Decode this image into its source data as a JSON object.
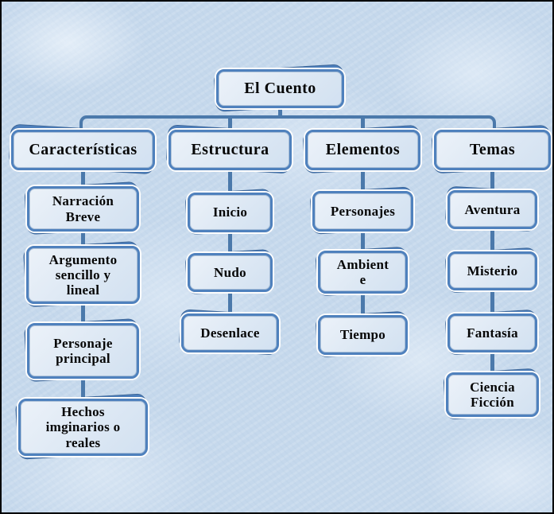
{
  "root": {
    "label": "El Cuento"
  },
  "branches": [
    {
      "label": "Características",
      "children": [
        {
          "label": "Narración\nBreve"
        },
        {
          "label": "Argumento\nsencillo y\nlineal"
        },
        {
          "label": "Personaje\nprincipal"
        },
        {
          "label": "Hechos\nimginarios o\nreales"
        }
      ]
    },
    {
      "label": "Estructura",
      "children": [
        {
          "label": "Inicio"
        },
        {
          "label": "Nudo"
        },
        {
          "label": "Desenlace"
        }
      ]
    },
    {
      "label": "Elementos",
      "children": [
        {
          "label": "Personajes"
        },
        {
          "label": "Ambient\ne"
        },
        {
          "label": "Tiempo"
        }
      ]
    },
    {
      "label": "Temas",
      "children": [
        {
          "label": "Aventura"
        },
        {
          "label": "Misterio"
        },
        {
          "label": "Fantasía"
        },
        {
          "label": "Ciencia\nFicción"
        }
      ]
    }
  ],
  "colors": {
    "accent": "#4f81bd",
    "card_back": "#4d7fbc",
    "card_fill": "#dde8f4",
    "card_outline_white": "#fdfdfd",
    "connector": "#4b79ab",
    "background": "#c5d8ec",
    "frame": "#000000",
    "text": "#060606"
  }
}
